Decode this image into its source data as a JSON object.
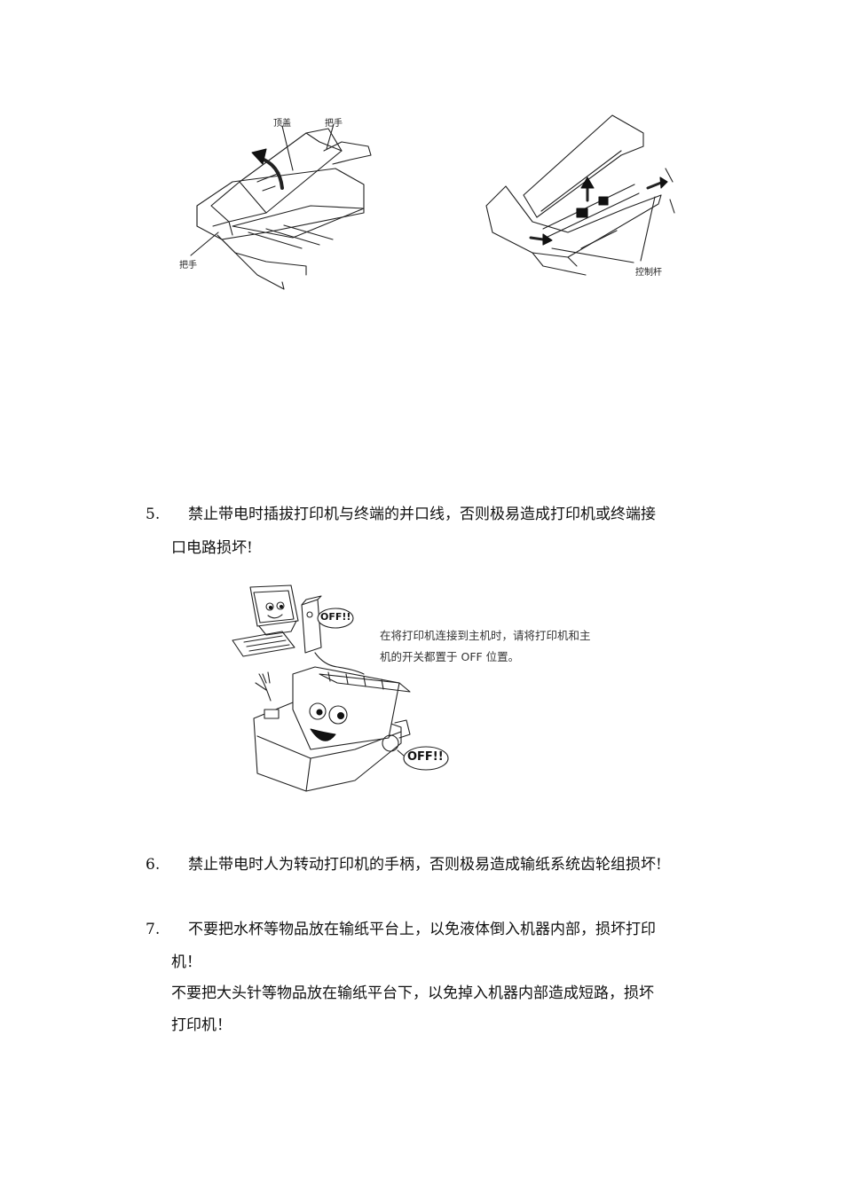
{
  "figure1": {
    "label_top_cover": "顶盖",
    "label_handle_top": "把手",
    "label_handle_left": "把手"
  },
  "figure2": {
    "label_control_lever": "控制杆"
  },
  "item5": {
    "number": "5.",
    "line1": "禁止带电时插拔打印机与终端的并口线，否则极易造成打印机或终端接",
    "line2": "口电路损坏!"
  },
  "figure3": {
    "caption_line1": "在将打印机连接到主机时，请将打印机和主",
    "caption_line2": "机的开关都置于 OFF 位置。",
    "bubble_text": "OFF!!"
  },
  "item6": {
    "number": "6.",
    "line1": "禁止带电时人为转动打印机的手柄，否则极易造成输纸系统齿轮组损坏!"
  },
  "item7": {
    "number": "7.",
    "line1": "不要把水杯等物品放在输纸平台上，以免液体倒入机器内部，损坏打印",
    "line2": "机！",
    "line3": "不要把大头针等物品放在输纸平台下，以免掉入机器内部造成短路，损坏",
    "line4": "打印机！"
  }
}
